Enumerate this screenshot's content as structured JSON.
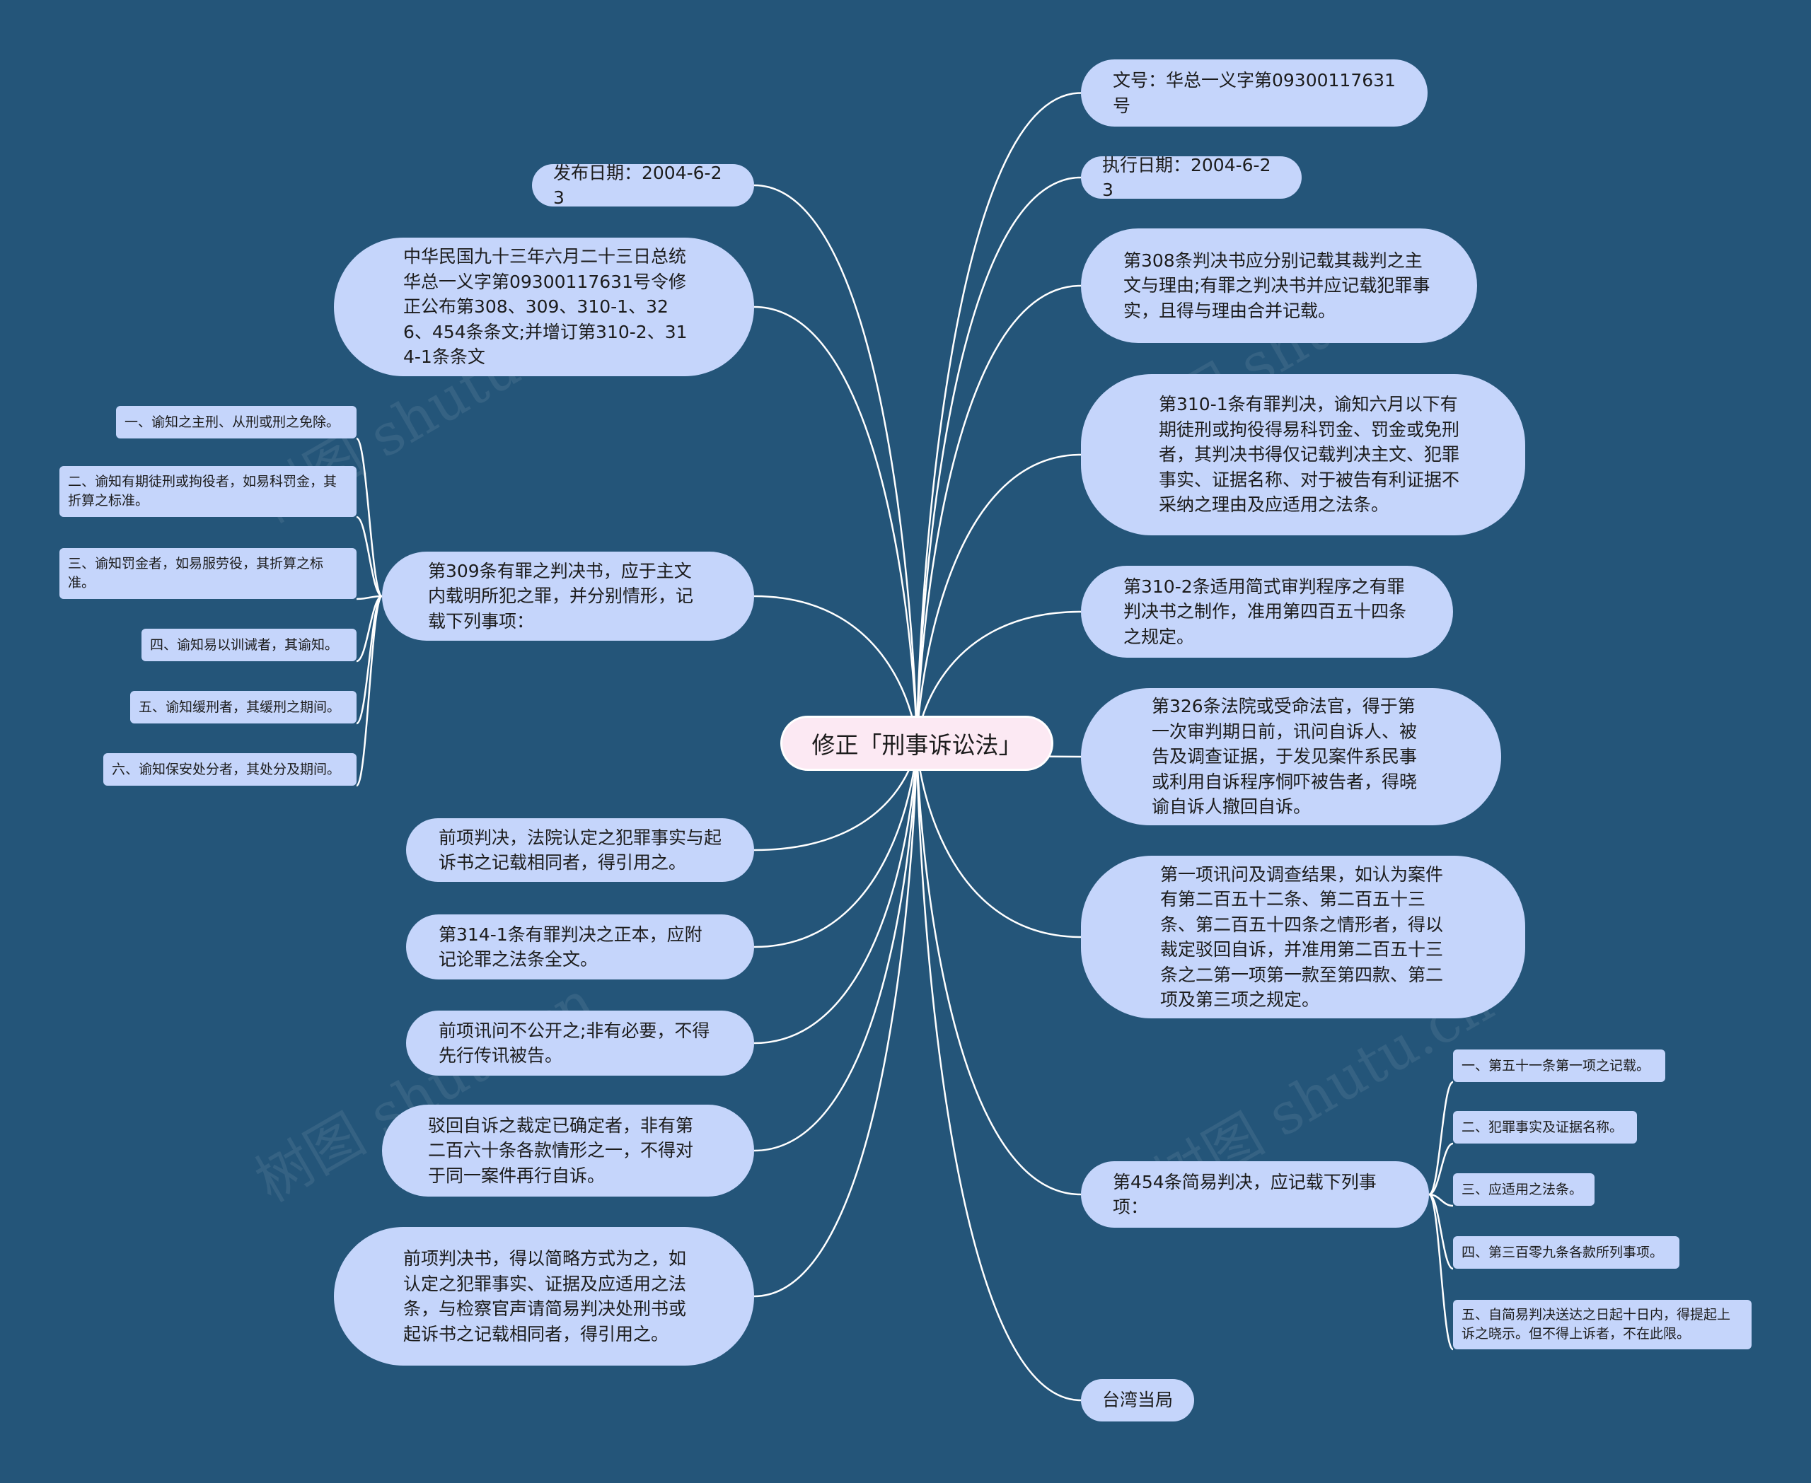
{
  "root": {
    "label": "修正「刑事诉讼法」"
  },
  "right_nodes": {
    "doc_no": "文号：华总一义字第09300117631号",
    "exec_date": "执行日期：2004-6-23",
    "art308": "第308条判决书应分别记载其裁判之主文与理由;有罪之判决书并应记载犯罪事实，且得与理由合并记载。",
    "art310_1": "第310-1条有罪判决，谕知六月以下有期徒刑或拘役得易科罚金、罚金或免刑者，其判决书得仅记载判决主文、犯罪事实、证据名称、对于被告有利证据不采纳之理由及应适用之法条。",
    "art310_2": "第310-2条适用简式审判程序之有罪判决书之制作，准用第四百五十四条之规定。",
    "art326": "第326条法院或受命法官，得于第一次审判期日前，讯问自诉人、被告及调查证据，于发见案件系民事或利用自诉程序恫吓被告者，得晓谕自诉人撤回自诉。",
    "item1_result": "第一项讯问及调查结果，如认为案件有第二百五十二条、第二百五十三条、第二百五十四条之情形者，得以裁定驳回自诉，并准用第二百五十三条之二第一项第一款至第四款、第二项及第三项之规定。",
    "art454": "第454条简易判决，应记载下列事项：",
    "taiwan": "台湾当局"
  },
  "art454_items": [
    "一、第五十一条第一项之记载。",
    "二、犯罪事实及证据名称。",
    "三、应适用之法条。",
    "四、第三百零九条各款所列事项。",
    "五、自简易判决送达之日起十日内，得提起上诉之晓示。但不得上诉者，不在此限。"
  ],
  "left_nodes": {
    "pub_date": "发布日期：2004-6-23",
    "promulgation": "中华民国九十三年六月二十三日总统华总一义字第09300117631号令修正公布第308、309、310-1、326、454条条文;并增订第310-2、314-1条条文",
    "art309": "第309条有罪之判决书，应于主文内载明所犯之罪，并分别情形，记载下列事项：",
    "prev_judgment": "前项判决，法院认定之犯罪事实与起诉书之记载相同者，得引用之。",
    "art314_1": "第314-1条有罪判决之正本，应附记论罪之法条全文。",
    "prev_inquiry": "前项讯问不公开之;非有必要，不得先行传讯被告。",
    "dismissal": "驳回自诉之裁定已确定者，非有第二百六十条各款情形之一，不得对于同一案件再行自诉。",
    "simplified": "前项判决书，得以简略方式为之，如认定之犯罪事实、证据及应适用之法条，与检察官声请简易判决处刑书或起诉书之记载相同者，得引用之。"
  },
  "art309_items": [
    "一、谕知之主刑、从刑或刑之免除。",
    "二、谕知有期徒刑或拘役者，如易科罚金，其折算之标准。",
    "三、谕知罚金者，如易服劳役，其折算之标准。",
    "四、谕知易以训诫者，其谕知。",
    "五、谕知缓刑者，其缓刑之期间。",
    "六、谕知保安处分者，其处分及期间。"
  ],
  "watermark": "树图 shutu.cn",
  "colors": {
    "background": "#245579",
    "node": "#c5d5fb",
    "root": "#fce9f3",
    "line": "#ffffff"
  }
}
